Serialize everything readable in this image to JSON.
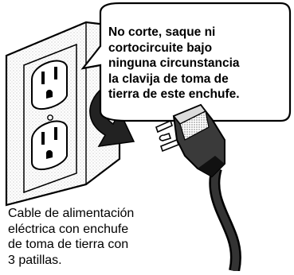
{
  "callout": {
    "lines": [
      "No corte, saque ni",
      "cortocircuite bajo",
      "ninguna circunstancia",
      "la clavija de toma de",
      "tierra de este enchufe."
    ]
  },
  "caption": {
    "lines": [
      "Cable de alimentación",
      "eléctrica con enchufe",
      "de toma de tierra con",
      "3 patillas."
    ]
  }
}
